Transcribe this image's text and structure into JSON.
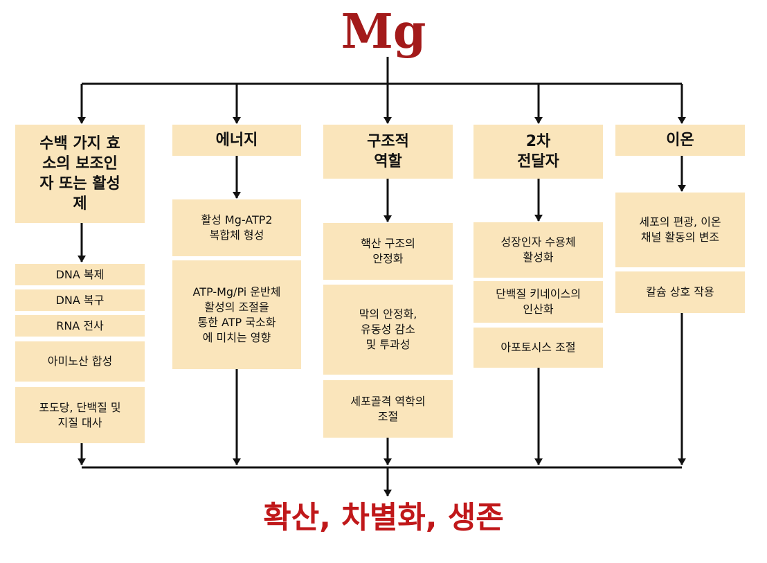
{
  "title": "Mg",
  "result": "확산, 차별화, 생존",
  "columns": [
    {
      "header": "수백 가지 효\n소의 보조인\n자 또는 활성\n제",
      "items": [
        "DNA 복제",
        "DNA 복구",
        "RNA 전사",
        "아미노산 합성",
        "포도당, 단백질 및\n지질 대사"
      ]
    },
    {
      "header": "에너지",
      "items": [
        "활성 Mg-ATP2\n복합체 형성",
        "ATP-Mg/Pi 운반체\n활성의 조절을\n통한 ATP 국소화\n에 미치는 영향"
      ]
    },
    {
      "header": "구조적\n역할",
      "items": [
        "핵산 구조의\n안정화",
        "막의 안정화,\n유동성 감소\n및 투과성",
        "세포골격 역학의\n조절"
      ]
    },
    {
      "header": "2차\n전달자",
      "items": [
        "성장인자 수용체\n활성화",
        "단백질 키네이스의\n인산화",
        "아포토시스 조절"
      ]
    },
    {
      "header": "이온",
      "items": [
        "세포의 편광, 이온\n채널 활동의 변조",
        "칼슘 상호 작용"
      ]
    }
  ]
}
